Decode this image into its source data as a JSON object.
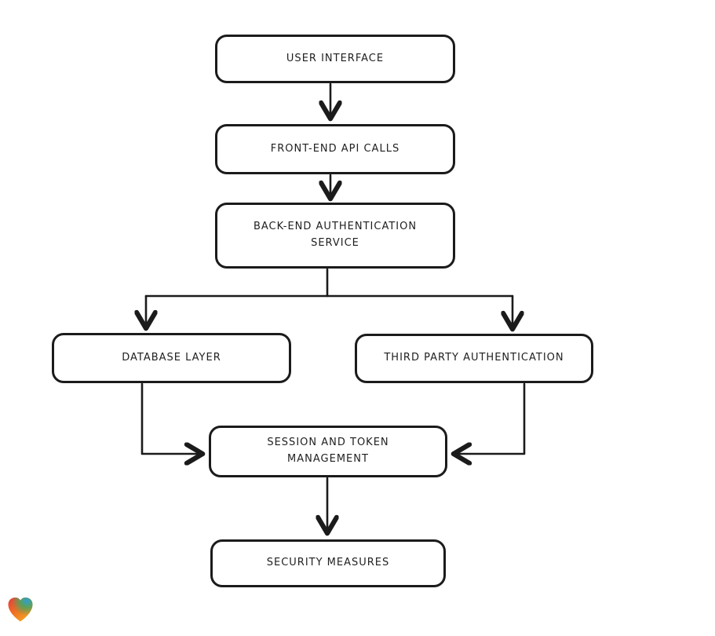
{
  "diagram": {
    "type": "flowchart",
    "style": "hand-drawn",
    "background_color": "#ffffff",
    "stroke_color": "#1b1b1b",
    "nodes": [
      {
        "id": "user-interface",
        "label": "USER INTERFACE"
      },
      {
        "id": "front-end-api-calls",
        "label": "FRONT-END API CALLS"
      },
      {
        "id": "back-end-authentication-service",
        "label": "BACK-END AUTHENTICATION SERVICE"
      },
      {
        "id": "database-layer",
        "label": "DATABASE LAYER"
      },
      {
        "id": "third-party-authentication",
        "label": "THIRD PARTY AUTHENTICATION"
      },
      {
        "id": "session-and-token-management",
        "label": "SESSION AND TOKEN MANAGEMENT"
      },
      {
        "id": "security-measures",
        "label": "SECURITY MEASURES"
      }
    ],
    "edges": [
      {
        "from": "USER INTERFACE",
        "to": "FRONT-END API CALLS"
      },
      {
        "from": "FRONT-END API CALLS",
        "to": "BACK-END AUTHENTICATION SERVICE"
      },
      {
        "from": "BACK-END AUTHENTICATION SERVICE",
        "to": "DATABASE LAYER"
      },
      {
        "from": "BACK-END AUTHENTICATION SERVICE",
        "to": "THIRD PARTY AUTHENTICATION"
      },
      {
        "from": "DATABASE LAYER",
        "to": "SESSION AND TOKEN MANAGEMENT"
      },
      {
        "from": "THIRD PARTY AUTHENTICATION",
        "to": "SESSION AND TOKEN MANAGEMENT"
      },
      {
        "from": "SESSION AND TOKEN MANAGEMENT",
        "to": "SECURITY MEASURES"
      }
    ]
  },
  "watermark": {
    "icon": "gradient-heart-icon",
    "colors": {
      "red": "#e23c3c",
      "orange": "#f59b23",
      "blue": "#2f9fd6",
      "green": "#45a85f"
    }
  }
}
